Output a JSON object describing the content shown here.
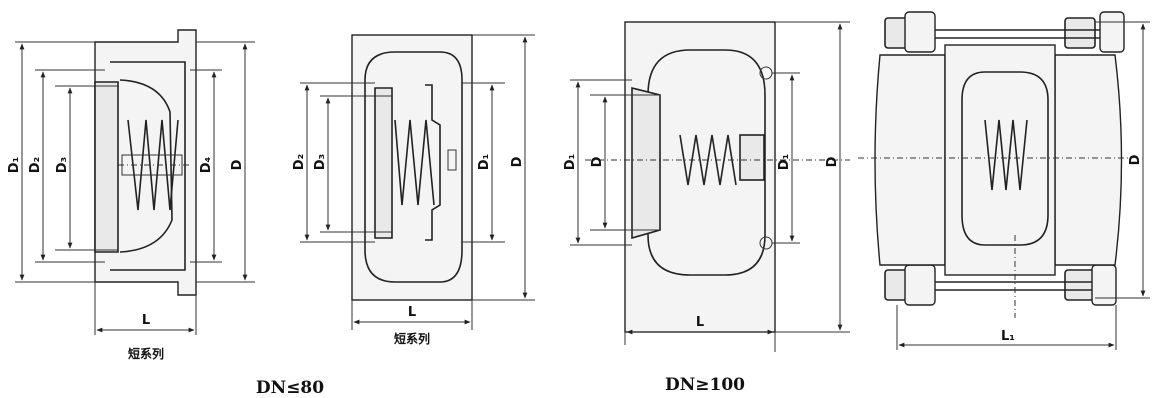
{
  "fig1": {
    "labels": {
      "D1": "D₁",
      "D2": "D₂",
      "D3": "D₃",
      "D4": "D₄",
      "D": "D",
      "L": "L"
    },
    "caption": "短系列"
  },
  "fig2": {
    "labels": {
      "D2": "D₂",
      "D3": "D₃",
      "D1": "D₁",
      "D": "D",
      "L": "L"
    },
    "caption": "短系列"
  },
  "fig3": {
    "labels": {
      "D1a": "D₁",
      "D": "D",
      "D1b": "D₁",
      "D2": "D",
      "L": "L"
    }
  },
  "fig4": {
    "labels": {
      "D": "D",
      "L1": "L₁"
    }
  },
  "groups": {
    "small": "DN≤80",
    "large": "DN≥100"
  }
}
